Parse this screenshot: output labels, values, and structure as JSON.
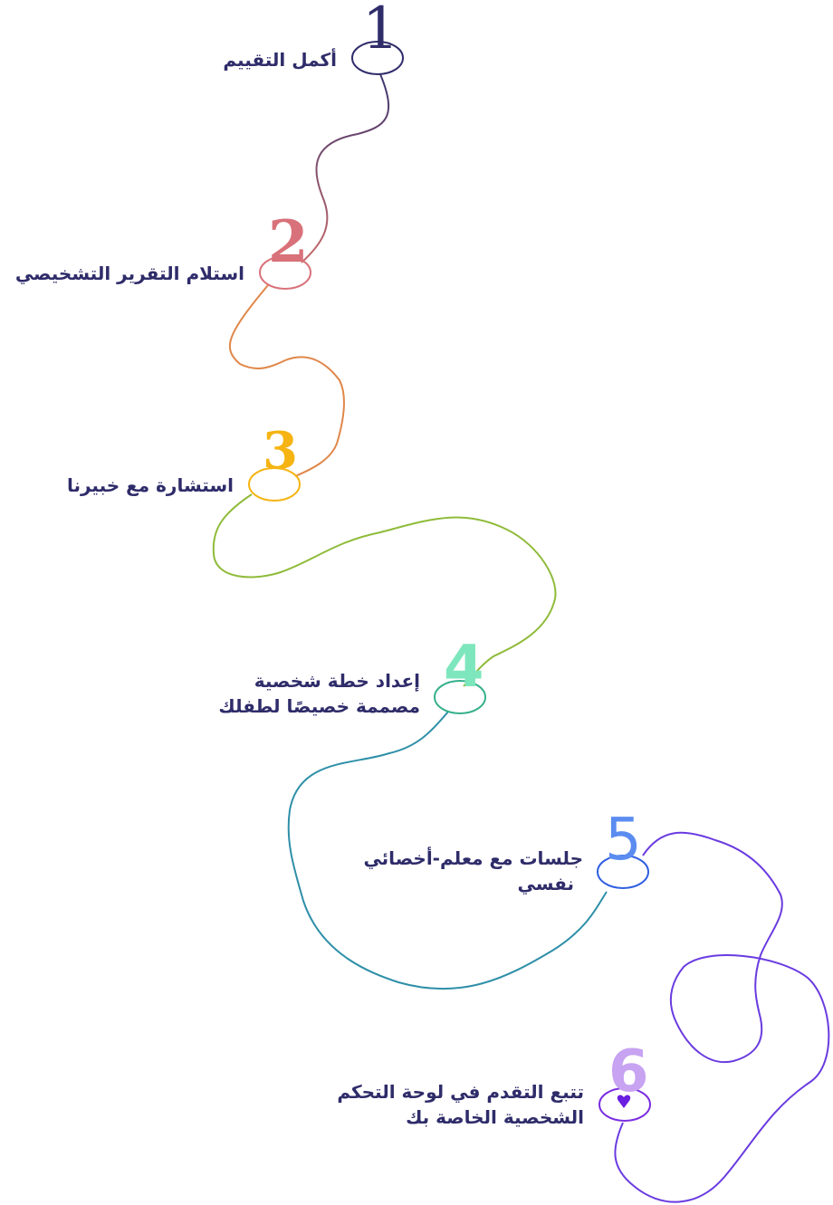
{
  "steps": [
    {
      "number": "1",
      "label": "أكمل التقييم",
      "color": "#2f2c6a"
    },
    {
      "number": "2",
      "label": "استلام التقرير التشخيصي",
      "color": "#d9717a"
    },
    {
      "number": "3",
      "label": "استشارة مع خبيرنا",
      "color": "#f5b412"
    },
    {
      "number": "4",
      "line1": "إعداد خطة شخصية",
      "line2": "مصممة خصيصًا لطفلك",
      "color": "#7ee6bd"
    },
    {
      "number": "5",
      "line1": "جلسات مع معلم-أخصائي",
      "line2": "نفسي",
      "color": "#5b8cf0"
    },
    {
      "number": "6",
      "line1": "تتبع التقدم في لوحة التحكم",
      "line2": "الشخصية الخاصة بك",
      "color": "#c7a3f2"
    }
  ]
}
